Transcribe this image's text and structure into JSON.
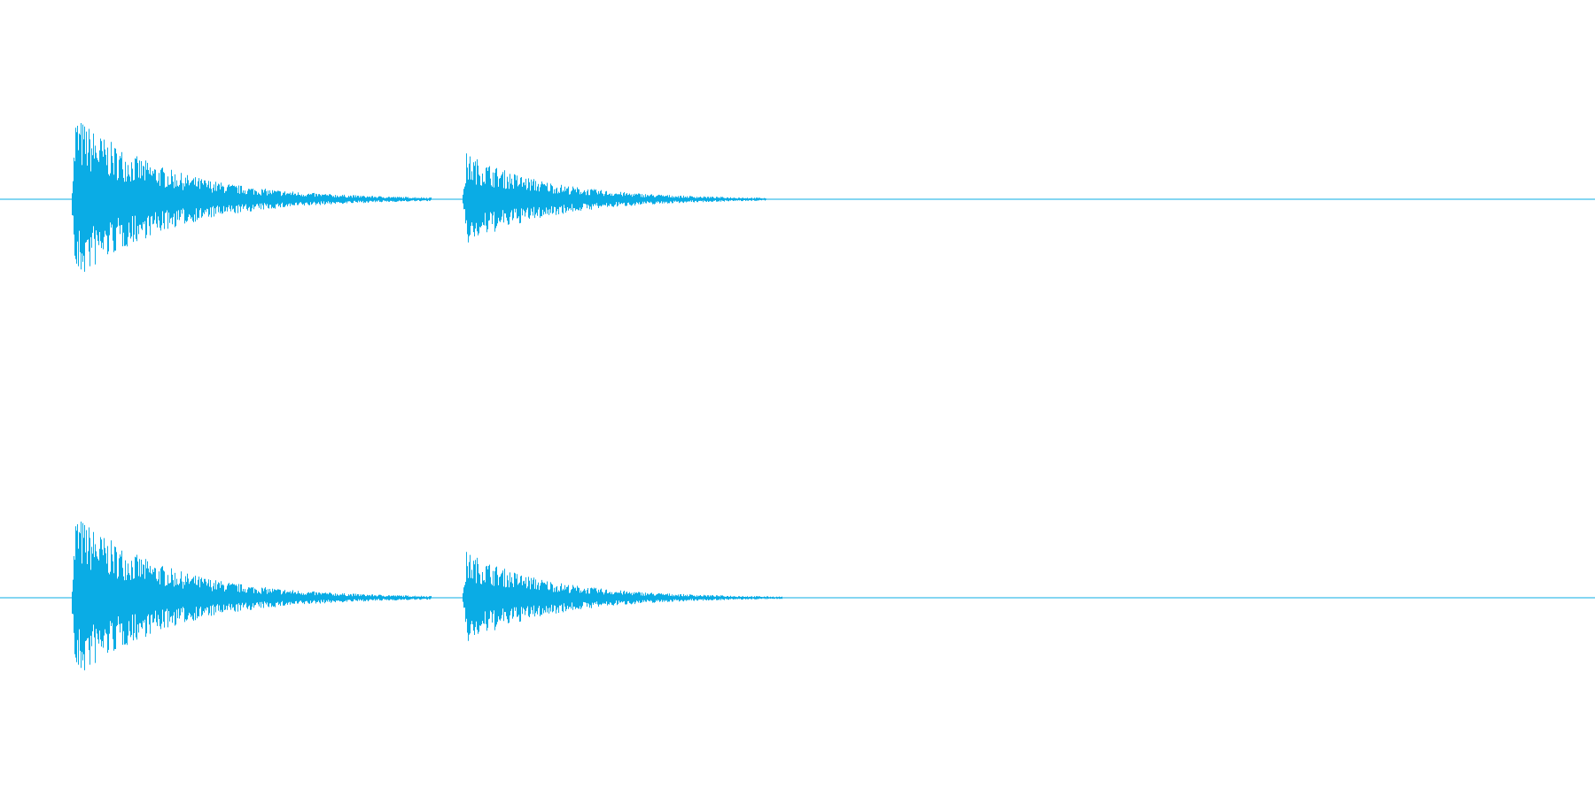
{
  "colors": {
    "waveform": "#0aace5",
    "background": "#ffffff"
  },
  "chart_data": {
    "type": "line",
    "title": "",
    "xlabel": "",
    "ylabel": "",
    "grid": false,
    "xlim": [
      0,
      1
    ],
    "ylim": [
      -1,
      1
    ],
    "channels": [
      {
        "name": "",
        "transients": [
          {
            "onset": 0.045,
            "peak": 0.95,
            "decay": 0.1,
            "end": 0.27
          },
          {
            "onset": 0.29,
            "peak": 0.5,
            "decay": 0.09,
            "end": 0.48
          }
        ]
      },
      {
        "name": "",
        "transients": [
          {
            "onset": 0.045,
            "peak": 0.95,
            "decay": 0.1,
            "end": 0.27
          },
          {
            "onset": 0.29,
            "peak": 0.5,
            "decay": 0.09,
            "end": 0.49
          }
        ]
      }
    ]
  }
}
